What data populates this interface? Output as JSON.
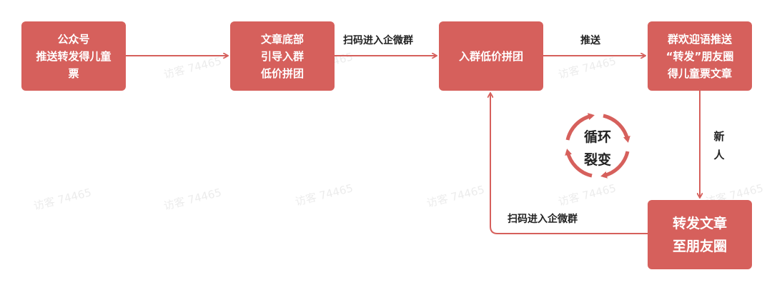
{
  "boxes": {
    "b1": "公众号\n推送转发得儿童\n票",
    "b2": "文章底部\n引导入群\n低价拼团",
    "b3": "入群低价拼团",
    "b4": "群欢迎语推送\n“转发”朋友圈\n得儿童票文章",
    "b5": "转发文章\n至朋友圈"
  },
  "labels": {
    "scan_join_1": "扫码进入企微群",
    "push": "推送",
    "new_people": "新\n人",
    "scan_join_2": "扫码进入企微群"
  },
  "cycle": {
    "text": "循环\n裂变"
  },
  "watermark": {
    "text": "访客 74465"
  },
  "colors": {
    "accent": "#d6605c",
    "text": "#222222"
  }
}
